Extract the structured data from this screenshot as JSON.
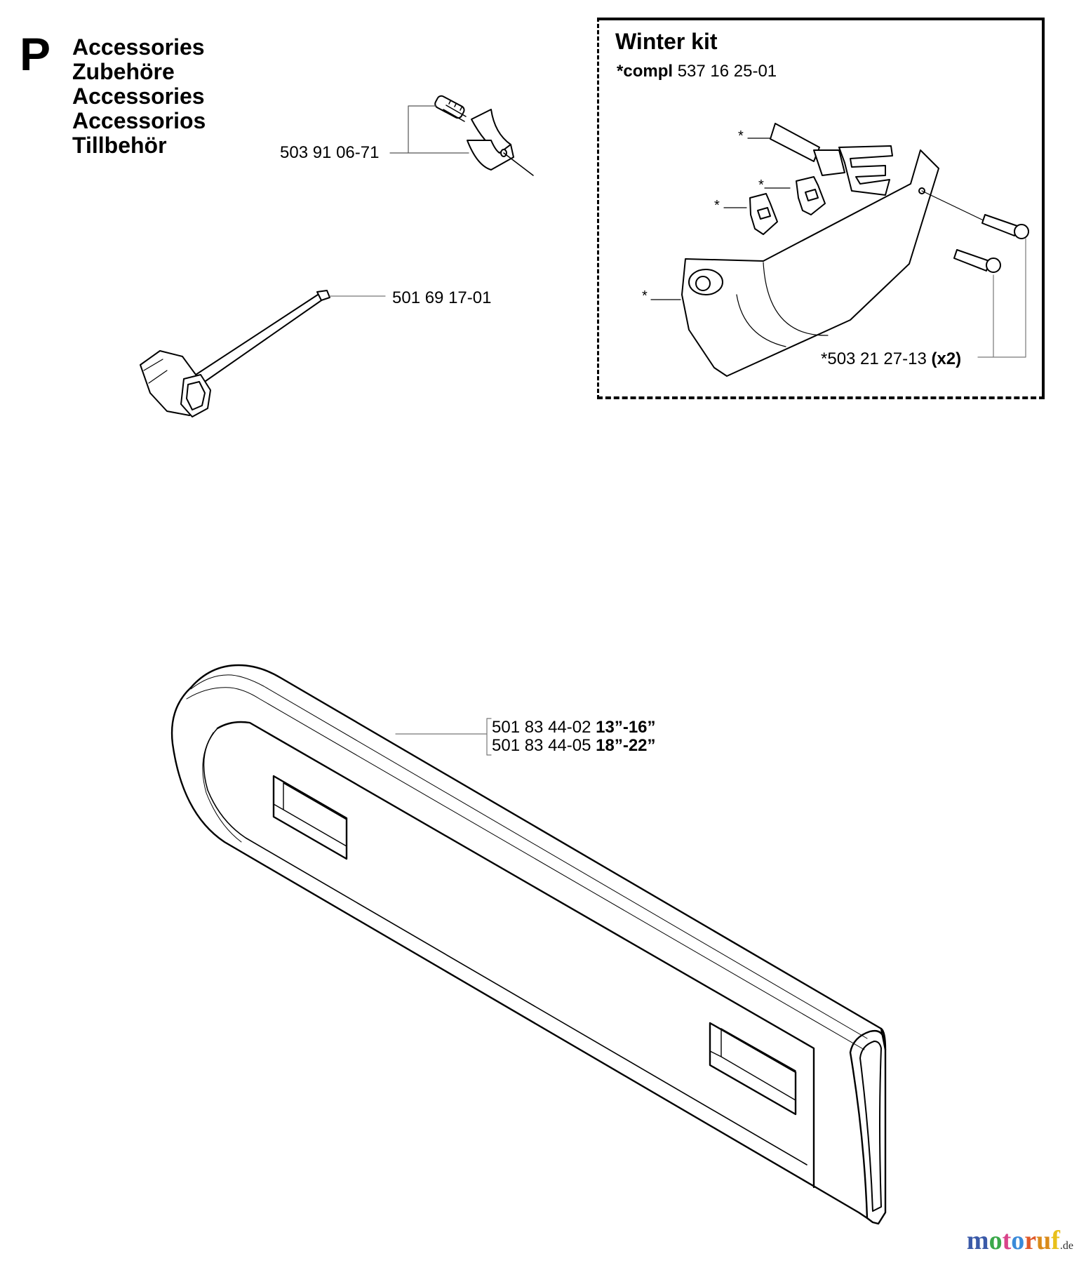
{
  "header": {
    "section_letter": "P",
    "titles": [
      "Accessories",
      "Zubehöre",
      "Accessories",
      "Accessorios",
      "Tillbehör"
    ]
  },
  "parts": {
    "chain_catcher": {
      "part_number": "503 91 06-71"
    },
    "combination_wrench": {
      "part_number": "501 69 17-01"
    },
    "bar_cover": {
      "variants": [
        {
          "part_number": "501 83 44-02",
          "size": "13”-16”"
        },
        {
          "part_number": "501 83 44-05",
          "size": "18”-22”"
        }
      ]
    }
  },
  "winter_kit": {
    "title": "Winter kit",
    "compl_label": "*compl",
    "compl_number": "537 16 25-01",
    "item_marker": "*",
    "screw_part_number": "*503 21 27-13",
    "screw_qty": "(x2)"
  },
  "watermark": {
    "letters": [
      "m",
      "o",
      "t",
      "o",
      "r",
      "u",
      "f"
    ],
    "letter_colors": [
      "#3a5aa8",
      "#3aa84a",
      "#d9448a",
      "#3a8ad9",
      "#e05a2a",
      "#d98a1a",
      "#e8c01a"
    ],
    "suffix": ".de"
  }
}
